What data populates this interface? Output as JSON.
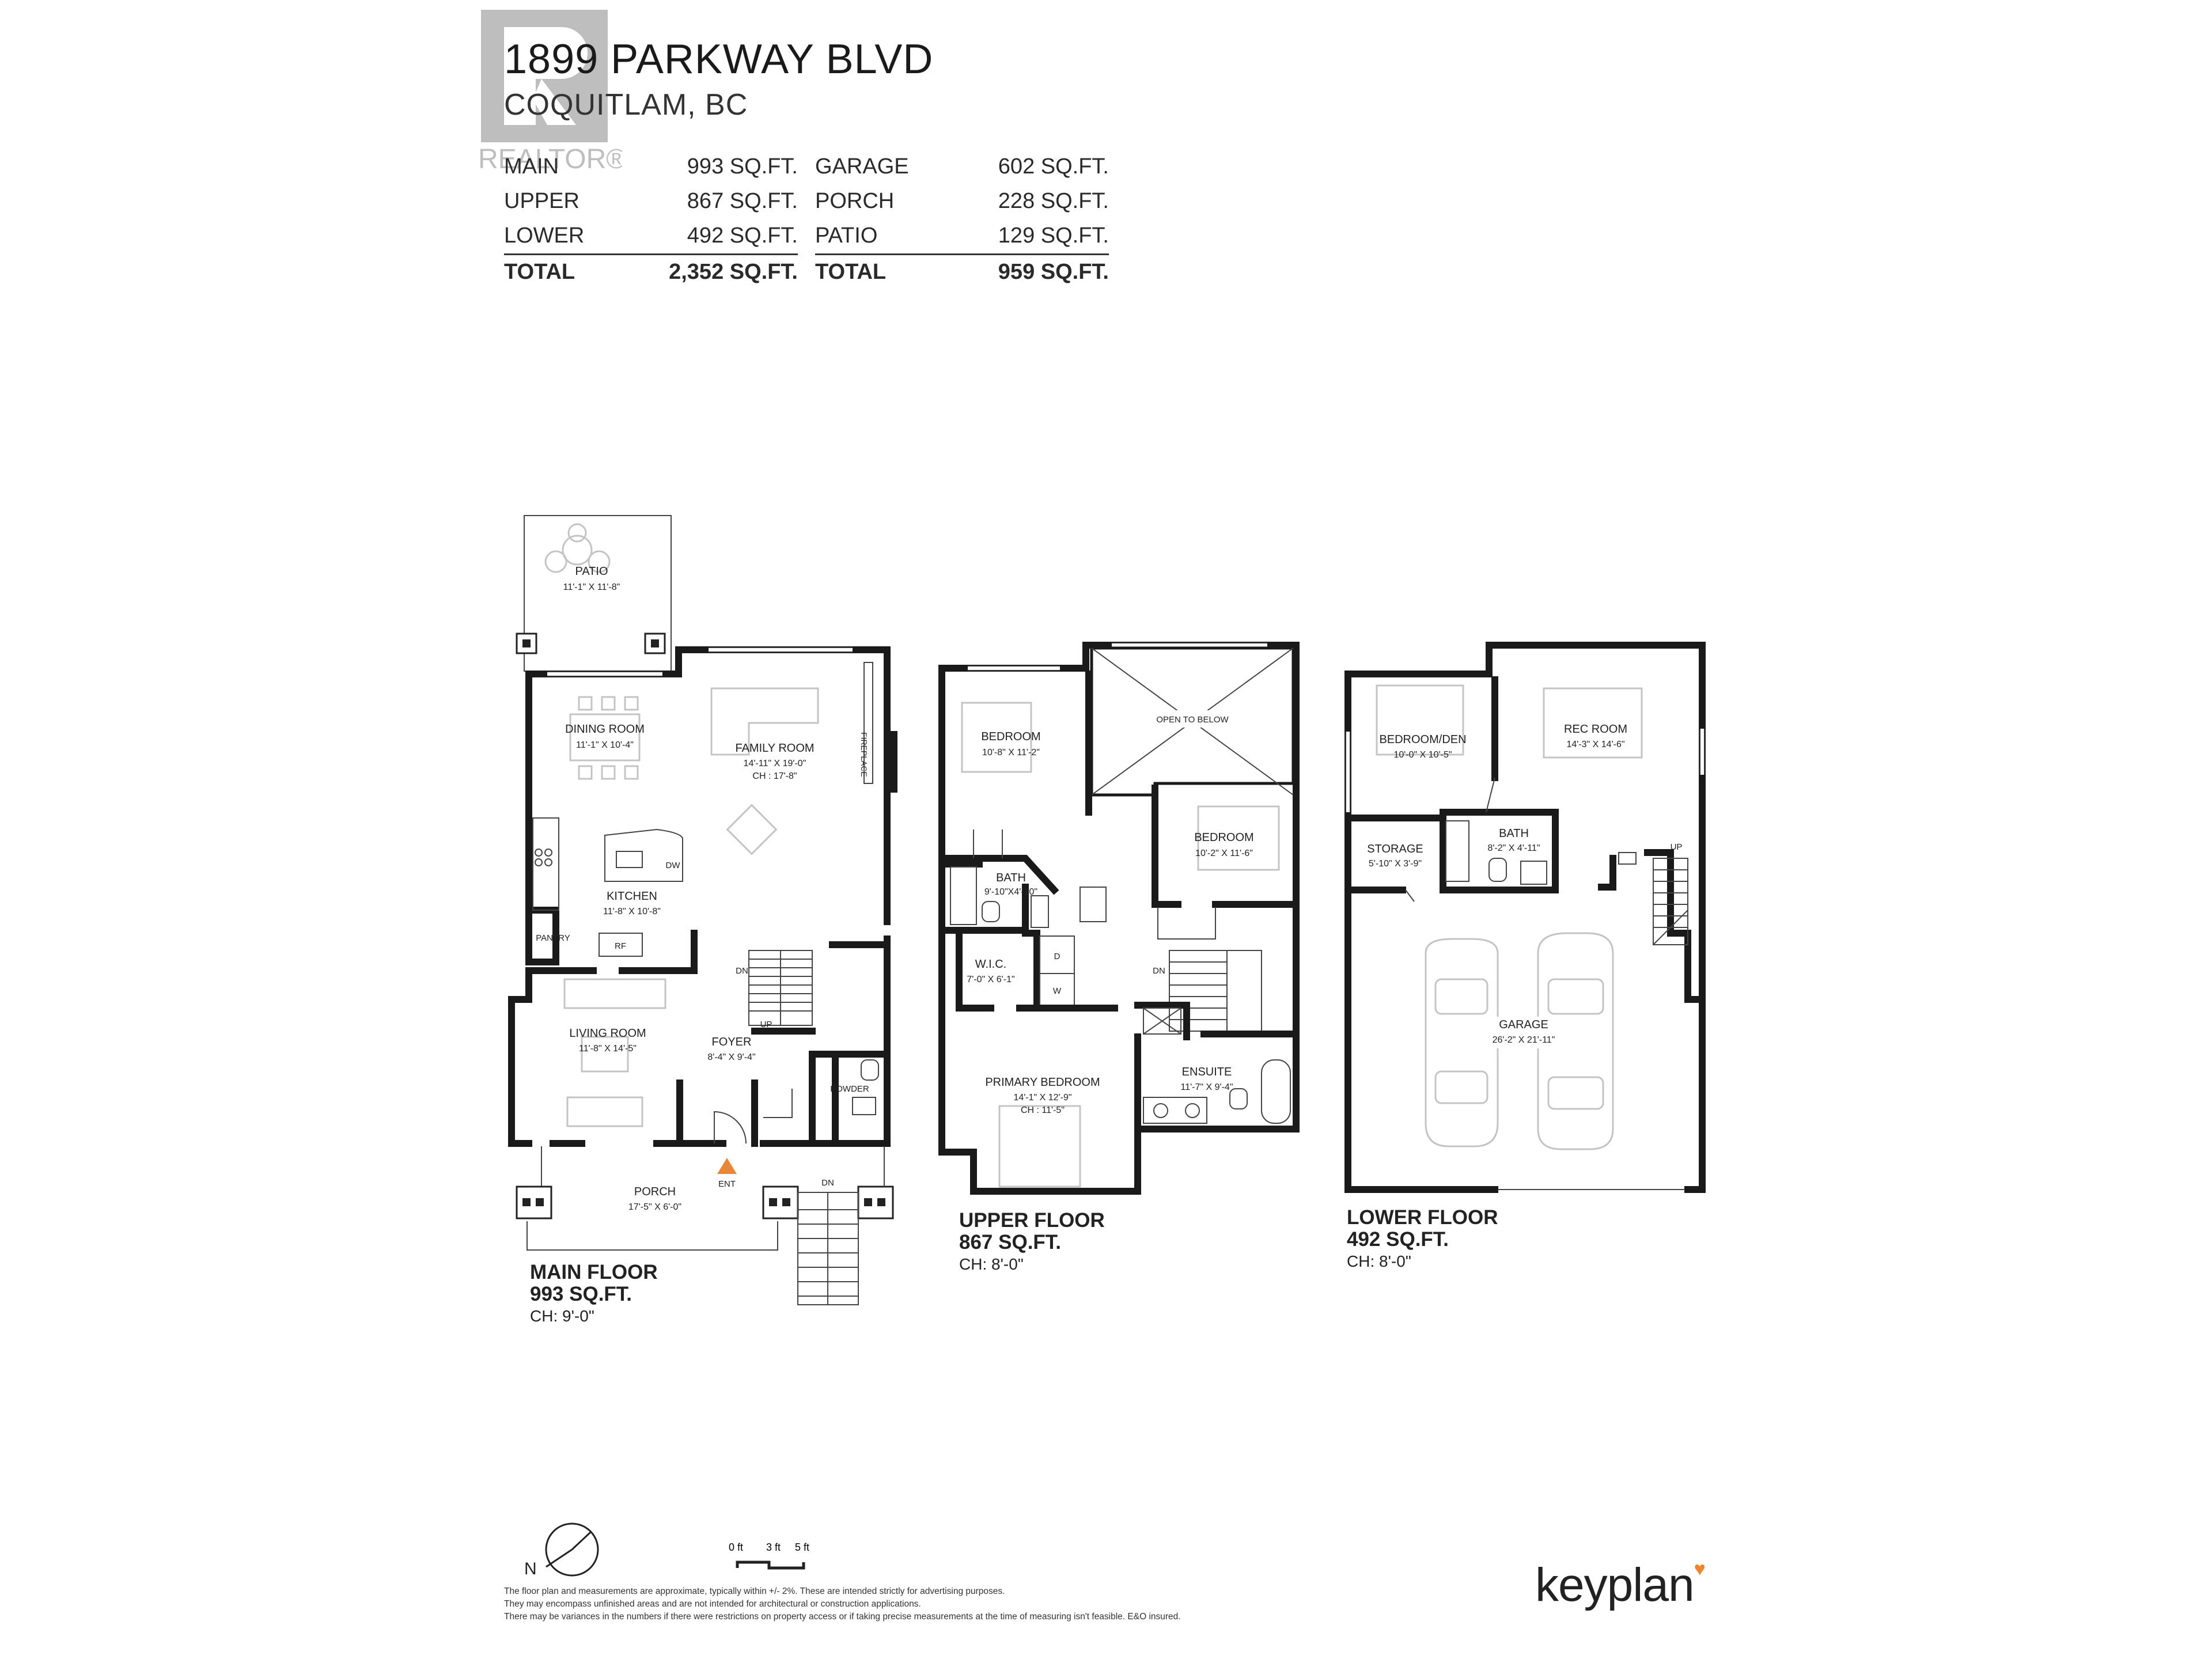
{
  "header": {
    "address": "1899 PARKWAY BLVD",
    "city": "COQUITLAM, BC",
    "watermark": "REALTOR®"
  },
  "areas_left": [
    {
      "label": "MAIN",
      "value": "993 SQ.FT."
    },
    {
      "label": "UPPER",
      "value": "867 SQ.FT."
    },
    {
      "label": "LOWER",
      "value": "492 SQ.FT."
    }
  ],
  "areas_left_total": {
    "label": "TOTAL",
    "value": "2,352 SQ.FT."
  },
  "areas_right": [
    {
      "label": "GARAGE",
      "value": "602 SQ.FT."
    },
    {
      "label": "PORCH",
      "value": "228 SQ.FT."
    },
    {
      "label": "PATIO",
      "value": "129 SQ.FT."
    }
  ],
  "areas_right_total": {
    "label": "TOTAL",
    "value": "959 SQ.FT."
  },
  "main_floor": {
    "title": "MAIN FLOOR",
    "area": "993 SQ.FT.",
    "ceiling": "CH: 9'-0\"",
    "rooms": {
      "patio": {
        "name": "PATIO",
        "dim": "11'-1\"  X  11'-8\""
      },
      "dining": {
        "name": "DINING ROOM",
        "dim": "11'-1\"  X  10'-4\""
      },
      "family": {
        "name": "FAMILY ROOM",
        "dim": "14'-11\"  X  19'-0\"",
        "ch": "CH : 17'-8\""
      },
      "fireplace": "FIREPLACE",
      "kitchen": {
        "name": "KITCHEN",
        "dim": "11'-8\"  X  10'-8\""
      },
      "dw": "DW",
      "pantry": "PANTRY",
      "rf": "RF",
      "living": {
        "name": "LIVING ROOM",
        "dim": "11'-8\"  X  14'-5\""
      },
      "foyer": {
        "name": "FOYER",
        "dim": "8'-4\"  X  9'-4\""
      },
      "powder": "POWDER",
      "porch": {
        "name": "PORCH",
        "dim": "17'-5\"  X  6'-0\""
      },
      "dn_stair": "DN",
      "up": "UP",
      "dn_porch": "DN",
      "ent": "ENT"
    }
  },
  "upper_floor": {
    "title": "UPPER FLOOR",
    "area": "867 SQ.FT.",
    "ceiling": "CH: 8'-0\"",
    "rooms": {
      "bedroom1": {
        "name": "BEDROOM",
        "dim": "10'-8\"  X  11'-2\""
      },
      "open": "OPEN TO BELOW",
      "bedroom2": {
        "name": "BEDROOM",
        "dim": "10'-2\"  X  11'-6\""
      },
      "bath": {
        "name": "BATH",
        "dim": "9'-10\"X4'-10\""
      },
      "wic": {
        "name": "W.I.C.",
        "dim": "7'-0\" X 6'-1\""
      },
      "d": "D",
      "w": "W",
      "dn": "DN",
      "primary": {
        "name": "PRIMARY BEDROOM",
        "dim": "14'-1\"  X  12'-9\"",
        "ch": "CH : 11'-5\""
      },
      "ensuite": {
        "name": "ENSUITE",
        "dim": "11'-7\"  X  9'-4\""
      }
    }
  },
  "lower_floor": {
    "title": "LOWER FLOOR",
    "area": "492 SQ.FT.",
    "ceiling": "CH: 8'-0\"",
    "rooms": {
      "den": {
        "name": "BEDROOM/DEN",
        "dim": "10'-0\"  X  10'-5\""
      },
      "rec": {
        "name": "REC ROOM",
        "dim": "14'-3\"  X  14'-6\""
      },
      "storage": {
        "name": "STORAGE",
        "dim": "5'-10\" X 3'-9\""
      },
      "bath": {
        "name": "BATH",
        "dim": "8'-2\" X 4'-11\""
      },
      "up": "UP",
      "garage": {
        "name": "GARAGE",
        "dim": "26'-2\"  X  21'-11\""
      }
    }
  },
  "footer": {
    "north": "N",
    "scale": [
      "0 ft",
      "3 ft",
      "5 ft"
    ],
    "disclaimer": [
      "The floor plan and measurements are approximate, typically within +/- 2%. These are intended strictly for advertising purposes.",
      "They may encompass unfinished areas and are not intended for architectural or construction applications.",
      "There may be variances in the numbers if there were restrictions on property access or if taking precise measurements at the time of measuring isn't feasible. E&O insured."
    ],
    "logo": "keyplan"
  },
  "colors": {
    "wall": "#1a1a1a",
    "furniture": "#c8c8c8",
    "entry": "#e8873a",
    "logo_accent": "#f0832b"
  }
}
